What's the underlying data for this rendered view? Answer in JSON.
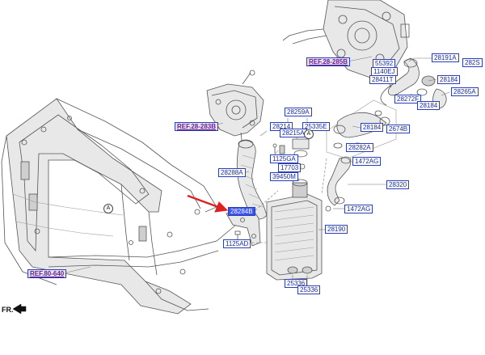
{
  "references": {
    "ref1": "REF.28-285B",
    "ref2": "REF.28-283B",
    "ref3": "REF.80-640"
  },
  "parts": {
    "p28191A": "28191A",
    "p282S": "282S",
    "p55392": "55392",
    "p1140EJ": "1140EJ",
    "p28411": "28411T",
    "p28184a": "28184",
    "p28265A": "28265A",
    "p28272F": "28272F",
    "p28184b": "28184",
    "p28259A": "28259A",
    "p28214": "28214",
    "p25335E": "25335E",
    "p28215A": "28215A",
    "p28184c": "28184",
    "p2674B": "2674B",
    "p28282A": "28282A",
    "p1125GA": "1125GA",
    "p17703": "17703",
    "p39450M": "39450M",
    "p1472AGa": "1472AG",
    "p28288A": "28288A",
    "p28320": "28320",
    "p1472AGb": "1472AG",
    "p28190": "28190",
    "p1125AD": "1125AD",
    "p25336a": "25336",
    "p25336b": "25336",
    "highlight": "28284B"
  },
  "callouts": {
    "radiator_support": "A",
    "bracket": "A"
  },
  "orientation": "FR.",
  "colors": {
    "label_text": "#1a2a9a",
    "label_border": "#2b3fb4",
    "highlight_fill": "#3a54f0",
    "ref_fill": "#e8e1f7",
    "ref_text": "#6a1f8c",
    "arrow": "#e02020"
  }
}
